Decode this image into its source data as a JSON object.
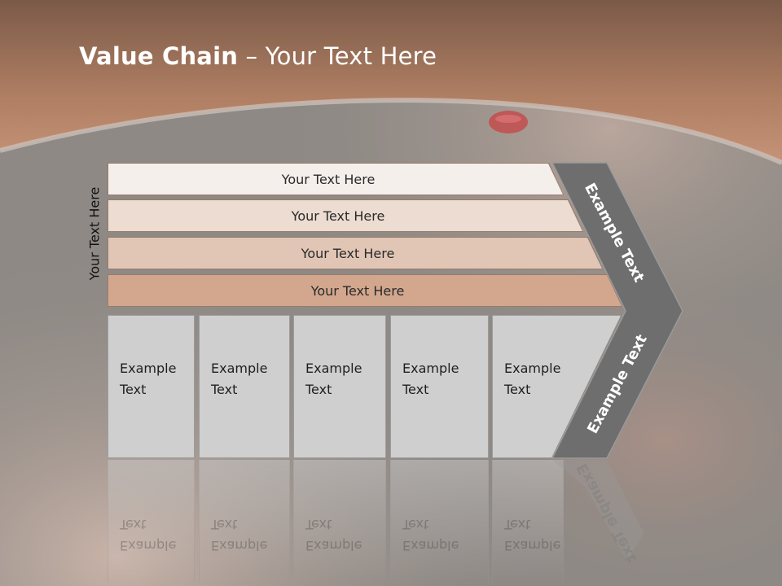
{
  "slide": {
    "title_bold": "Value Chain",
    "title_rest": " – Your Text Here",
    "vertical_label": "Your Text Here",
    "bars": [
      {
        "label": "Your Text Here",
        "fill": "#f5efec"
      },
      {
        "label": "Your Text Here",
        "fill": "#ecdcd1"
      },
      {
        "label": "Your Text Here",
        "fill": "#e2c6b5"
      },
      {
        "label": "Your Text Here",
        "fill": "#d2a78e"
      }
    ],
    "boxes": [
      {
        "label": "Example\nText"
      },
      {
        "label": "Example\nText"
      },
      {
        "label": "Example\nText"
      },
      {
        "label": "Example\nText"
      },
      {
        "label": "Example\nText"
      }
    ],
    "chevron": {
      "upper_label": "Example Text",
      "lower_label": "Example Text",
      "fill": "#6e6e6e"
    },
    "colors": {
      "header_band": "#b07f63",
      "bar_border": "#9a7a68"
    }
  }
}
